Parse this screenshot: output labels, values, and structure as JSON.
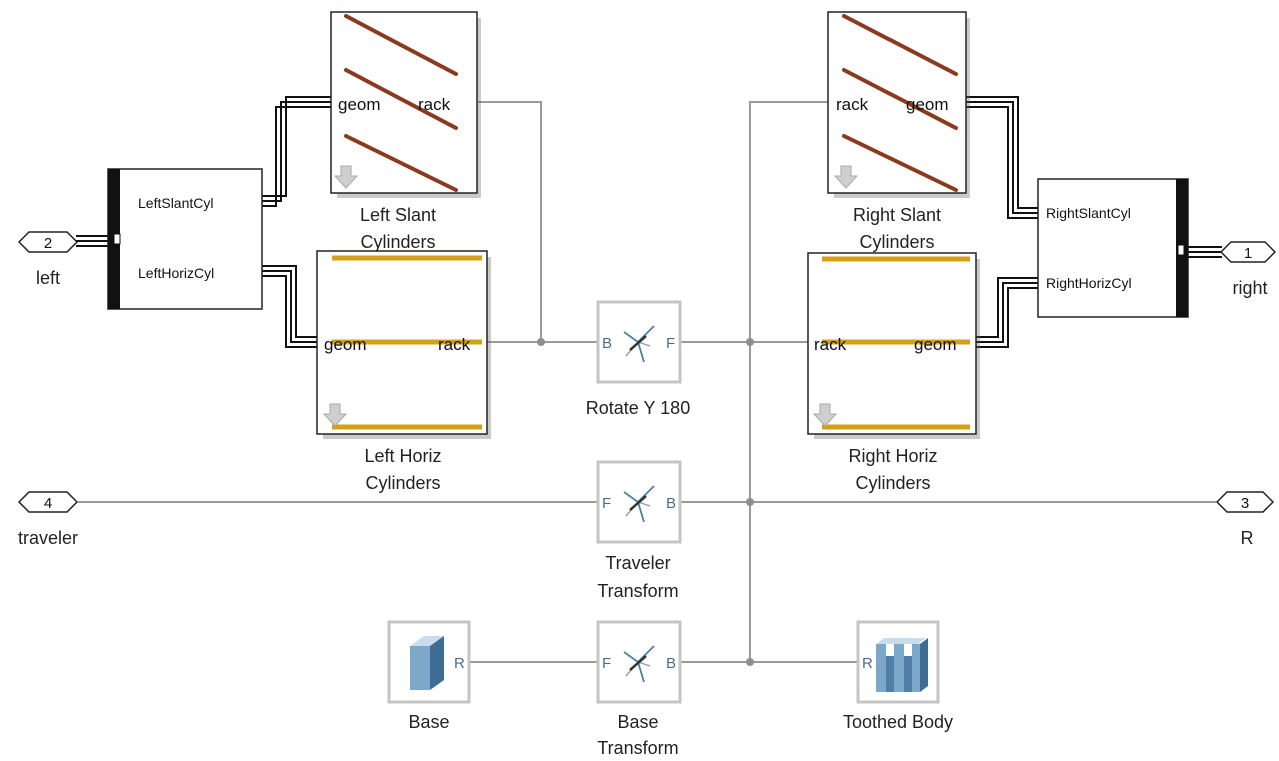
{
  "ports": {
    "left": {
      "number": "2",
      "label": "left"
    },
    "right": {
      "number": "1",
      "label": "right"
    },
    "traveler": {
      "number": "4",
      "label": "traveler"
    },
    "r": {
      "number": "3",
      "label": "R"
    }
  },
  "left_mux": {
    "slant": "LeftSlantCyl",
    "horiz": "LeftHorizCyl"
  },
  "right_mux": {
    "slant": "RightSlantCyl",
    "horiz": "RightHorizCyl"
  },
  "blocks": {
    "left_slant": {
      "name_l1": "Left Slant",
      "name_l2": "Cylinders",
      "port_geom": "geom",
      "port_rack": "rack"
    },
    "left_horiz": {
      "name_l1": "Left Horiz",
      "name_l2": "Cylinders",
      "port_geom": "geom",
      "port_rack": "rack"
    },
    "right_slant": {
      "name_l1": "Right Slant",
      "name_l2": "Cylinders",
      "port_geom": "geom",
      "port_rack": "rack"
    },
    "right_horiz": {
      "name_l1": "Right Horiz",
      "name_l2": "Cylinders",
      "port_geom": "geom",
      "port_rack": "rack"
    },
    "rotate": {
      "name": "Rotate Y 180",
      "port_in": "B",
      "port_out": "F"
    },
    "traveler_tf": {
      "name_l1": "Traveler",
      "name_l2": "Transform",
      "port_in": "F",
      "port_out": "B"
    },
    "base_tf": {
      "name_l1": "Base",
      "name_l2": "Transform",
      "port_in": "F",
      "port_out": "B"
    },
    "base": {
      "name": "Base",
      "port": "R"
    },
    "toothed": {
      "name": "Toothed Body",
      "port": "R"
    }
  },
  "colors": {
    "slant_rod": "#8b3a1e",
    "horiz_rod": "#d4a017",
    "connection": "#9a9a9a",
    "frame_icon": "#4a7fa8",
    "solid_icon": "#4f7fa6"
  }
}
